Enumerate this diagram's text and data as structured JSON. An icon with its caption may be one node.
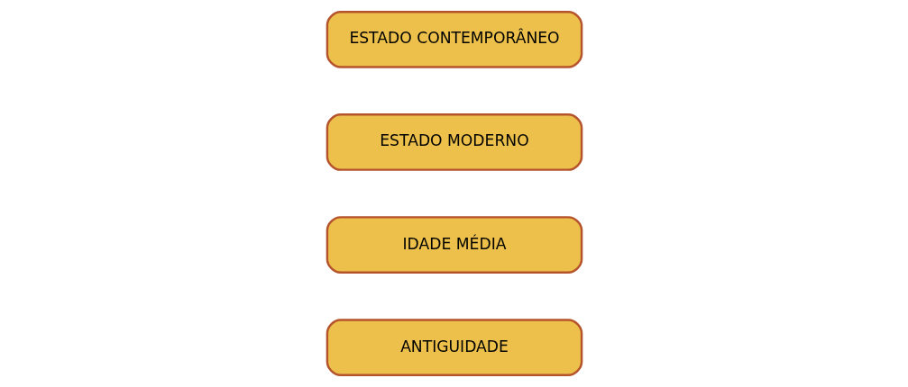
{
  "diagram": {
    "nodes": [
      {
        "text": [
          "ANTIGUIDADE"
        ]
      },
      {
        "text": [
          "IDADE MÉDIA"
        ]
      },
      {
        "text": [
          "ESTADO MODERNO"
        ]
      },
      {
        "text": [
          "ESTADO CONTEMPORÂNEO"
        ]
      }
    ],
    "edges": []
  }
}
